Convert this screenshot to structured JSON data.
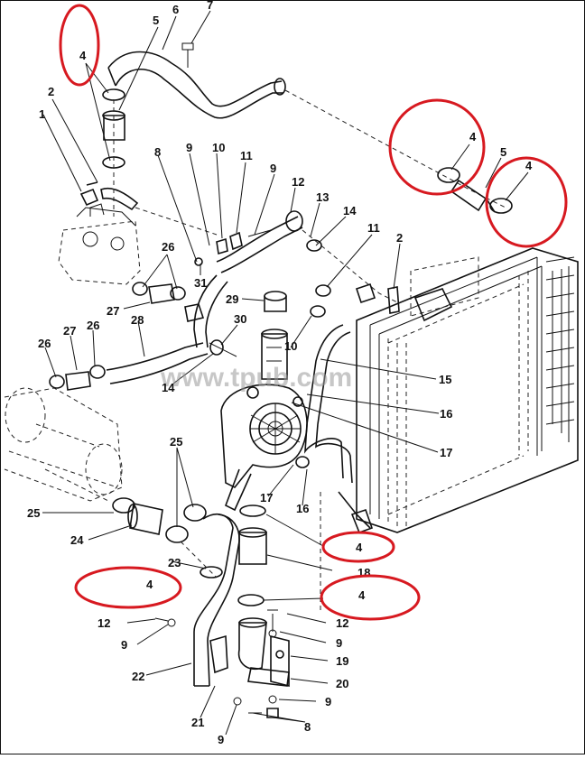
{
  "watermark": "www.tpub.com",
  "highlight_color": "#d71920",
  "callouts": [
    "1",
    "2",
    "4",
    "4",
    "5",
    "6",
    "7",
    "8",
    "9",
    "10",
    "11",
    "9",
    "12",
    "13",
    "14",
    "11",
    "2",
    "26",
    "31",
    "27",
    "28",
    "26",
    "27",
    "26",
    "29",
    "30",
    "10",
    "14",
    "15",
    "16",
    "17",
    "16",
    "17",
    "25",
    "25",
    "24",
    "23",
    "4",
    "18",
    "4",
    "4",
    "12",
    "12",
    "9",
    "9",
    "19",
    "22",
    "20",
    "9",
    "21",
    "9",
    "8",
    "4",
    "5"
  ]
}
